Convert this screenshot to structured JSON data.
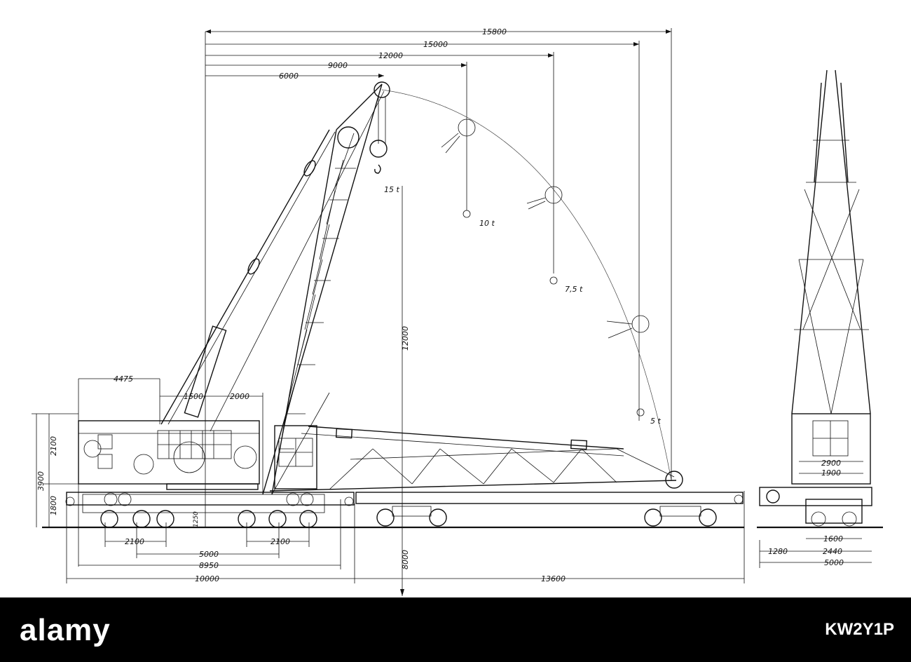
{
  "dimensions": {
    "reach_15800": "15800",
    "reach_15000": "15000",
    "reach_12000": "12000",
    "reach_9000": "9000",
    "reach_6000": "6000",
    "cab_4475": "4475",
    "offset_1500": "1500",
    "offset_2000": "2000",
    "height_3900": "3900",
    "height_2100": "2100",
    "height_1800": "1800",
    "clear_1250": "1250",
    "bogie_2100_left": "2100",
    "bogie_2100_right": "2100",
    "bogie_5000": "5000",
    "frame_8950": "8950",
    "overall_10000": "10000",
    "hook_depth_8000": "8000",
    "wagon_13600": "13600",
    "lift_height_12000": "12000",
    "end_2900": "2900",
    "end_1900": "1900",
    "end_1600": "1600",
    "end_1280": "1280",
    "end_2440": "2440",
    "end_5000": "5000"
  },
  "loads": {
    "load_15t": "15 t",
    "load_10t": "10 t",
    "load_7_5t": "7,5 t",
    "load_5t": "5 t"
  },
  "footer": {
    "watermark": "alamy",
    "stock_id": "KW2Y1P"
  }
}
